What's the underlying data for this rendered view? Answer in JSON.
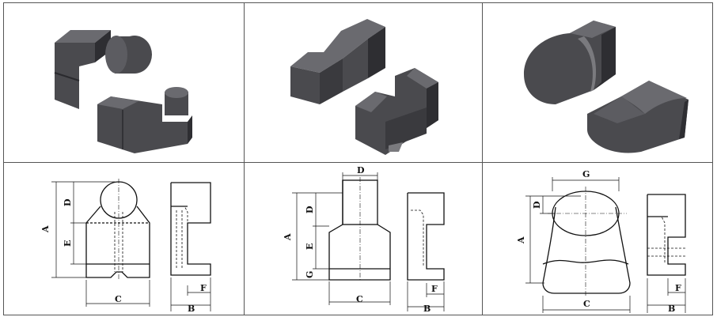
{
  "labels": {
    "col1": {
      "A": "A",
      "C": "C",
      "D": "D",
      "E": "E",
      "B": "B",
      "F": "F"
    },
    "col2": {
      "A": "A",
      "C": "C",
      "D": "D",
      "E": "E",
      "G": "G",
      "B": "B",
      "F": "F",
      "Dtop": "D"
    },
    "col3": {
      "A": "A",
      "C": "C",
      "D": "D",
      "G": "G",
      "B": "B",
      "F": "F"
    }
  },
  "colors": {
    "body": "#4a4a4e",
    "shade": "#2e2e32",
    "light": "#77777c",
    "line": "#111111",
    "grid": "#555555"
  }
}
